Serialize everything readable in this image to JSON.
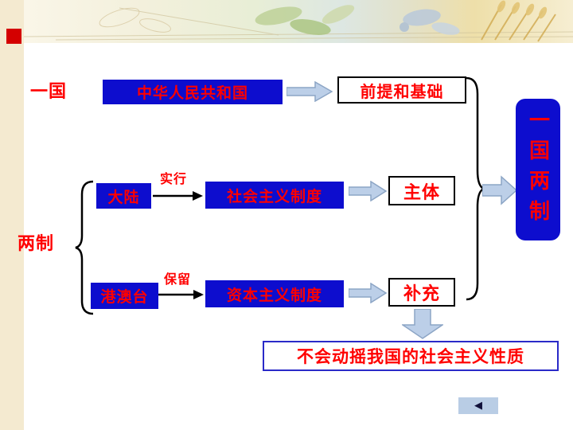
{
  "slide_labels": {
    "one_country": "一国",
    "two_systems": "两制",
    "prc": "中华人民共和国",
    "premise": "前提和基础",
    "mainland": "大陆",
    "practice": "实行",
    "socialist_system": "社会主义制度",
    "main_body": "主体",
    "hk_macau_taiwan": "港澳台",
    "retain": "保留",
    "capitalist_system": "资本主义制度",
    "supplement": "补充",
    "one_country_two_systems": "一国两制",
    "conclusion": "不会动摇我国的社会主义性质"
  },
  "nav": {
    "back_icon": "◀"
  },
  "colors": {
    "box_blue": "#0D0DCE",
    "text_red": "#FF0000",
    "arrow_fill": "#BCCFE8",
    "arrow_stroke": "#8CA5C5",
    "sidebar_beige": "#F4EAD0",
    "red_square": "#D40000",
    "conclusion_border": "#2A2AC8"
  }
}
